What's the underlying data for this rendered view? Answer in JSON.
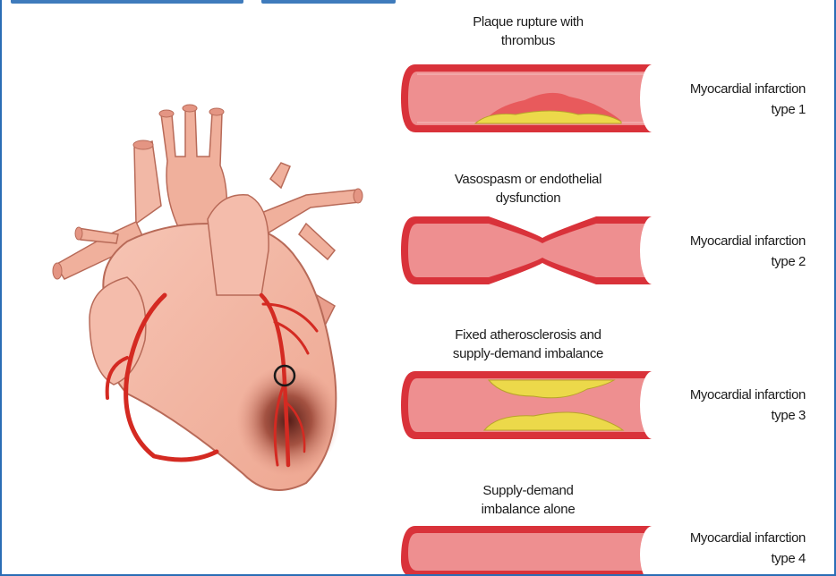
{
  "mechanisms": [
    {
      "caption_lines": [
        "Plaque rupture with",
        "thrombus"
      ],
      "label_lines": [
        "Myocardial infarction",
        "type 1"
      ]
    },
    {
      "caption_lines": [
        "Vasospasm or endothelial",
        "dysfunction"
      ],
      "label_lines": [
        "Myocardial infarction",
        "type 2"
      ]
    },
    {
      "caption_lines": [
        "Fixed atherosclerosis and",
        "supply-demand imbalance"
      ],
      "label_lines": [
        "Myocardial infarction",
        "type 3"
      ]
    },
    {
      "caption_lines": [
        "Supply-demand",
        "imbalance alone"
      ],
      "label_lines": [
        "Myocardial infarction",
        "type 4"
      ]
    }
  ],
  "colors": {
    "frame": "#2a6db5",
    "vessel_wall": "#d9323a",
    "vessel_lumen": "#ee8f90",
    "plaque": "#ecd94a",
    "thrombus": "#e85a5c",
    "heart": "#f3b5a3",
    "artery": "#d42a22"
  },
  "icons": {
    "heart": "heart-illustration",
    "vessels": "artery-cross-section"
  }
}
